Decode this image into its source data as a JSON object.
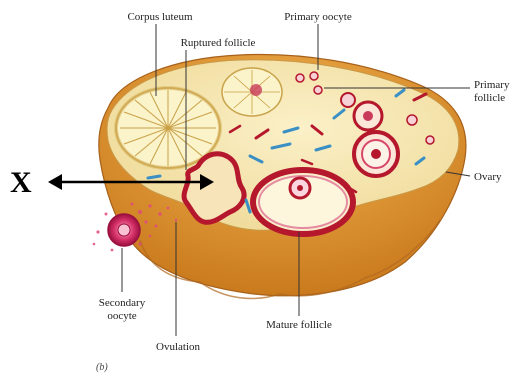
{
  "labels": {
    "corpus_luteum": "Corpus luteum",
    "ruptured_follicle": "Ruptured follicle",
    "primary_oocyte": "Primary oocyte",
    "primary_follicle_line1": "Primary",
    "primary_follicle_line2": "follicle",
    "ovary": "Ovary",
    "secondary_oocyte_line1": "Secondary",
    "secondary_oocyte_line2": "oocyte",
    "mature_follicle": "Mature follicle",
    "ovulation": "Ovulation",
    "marker_x": "X",
    "panel_tag": "(b)"
  },
  "colors": {
    "tissue": "#f4e7b6",
    "outer_wall": "#d88a2a",
    "outer_shade": "#e6a23e",
    "follicle_red": "#b5172d",
    "vessel_blue": "#3a8fc4",
    "luteum": "#fbf3c9"
  }
}
